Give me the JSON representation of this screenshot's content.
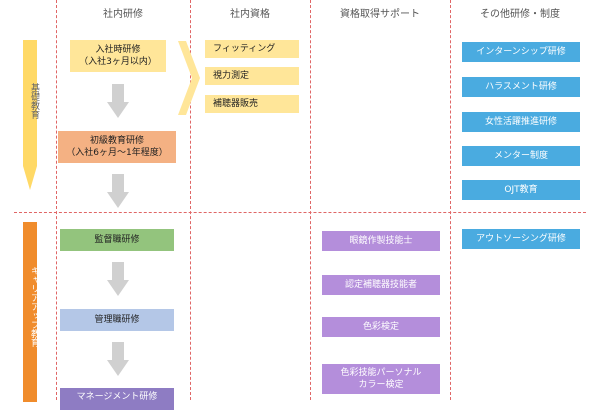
{
  "columns": {
    "training": "社内研修",
    "qualification": "社内資格",
    "support": "資格取得サポート",
    "other": "その他研修・制度"
  },
  "sections": {
    "basic": "基礎教育",
    "career": "キャリアアップ教育"
  },
  "training": {
    "new_hire_line1": "入社時研修",
    "new_hire_line2": "（入社3ヶ月以内）",
    "beginner_line1": "初級教育研修",
    "beginner_line2": "（入社6ヶ月〜1年程度）",
    "supervisor": "監督職研修",
    "manager": "管理職研修",
    "management": "マネージメント研修"
  },
  "qualifications": [
    "フィッティング",
    "視力測定",
    "補聴器販売"
  ],
  "support": {
    "lens": "眼鏡作製技能士",
    "hearing_aid": "認定補聴器技能者",
    "color": "色彩検定",
    "personal_color_line1": "色彩技能パーソナル",
    "personal_color_line2": "カラー検定"
  },
  "other": [
    "インターンシップ研修",
    "ハラスメント研修",
    "女性活躍推進研修",
    "メンター制度",
    "OJT教育",
    "アウトソーシング研修"
  ],
  "colors": {
    "divider": "#e06666",
    "yellow": "#ffe699",
    "orange_box": "#f4b183",
    "green": "#93c47d",
    "blue_light": "#b4c7e7",
    "purple_mgmt": "#8e7cc3",
    "purple": "#b48edb",
    "sky": "#4aabe0",
    "arrow": "#d0d0d0",
    "basic_bar": "#ffd966",
    "career_bar": "#f08c2c"
  }
}
